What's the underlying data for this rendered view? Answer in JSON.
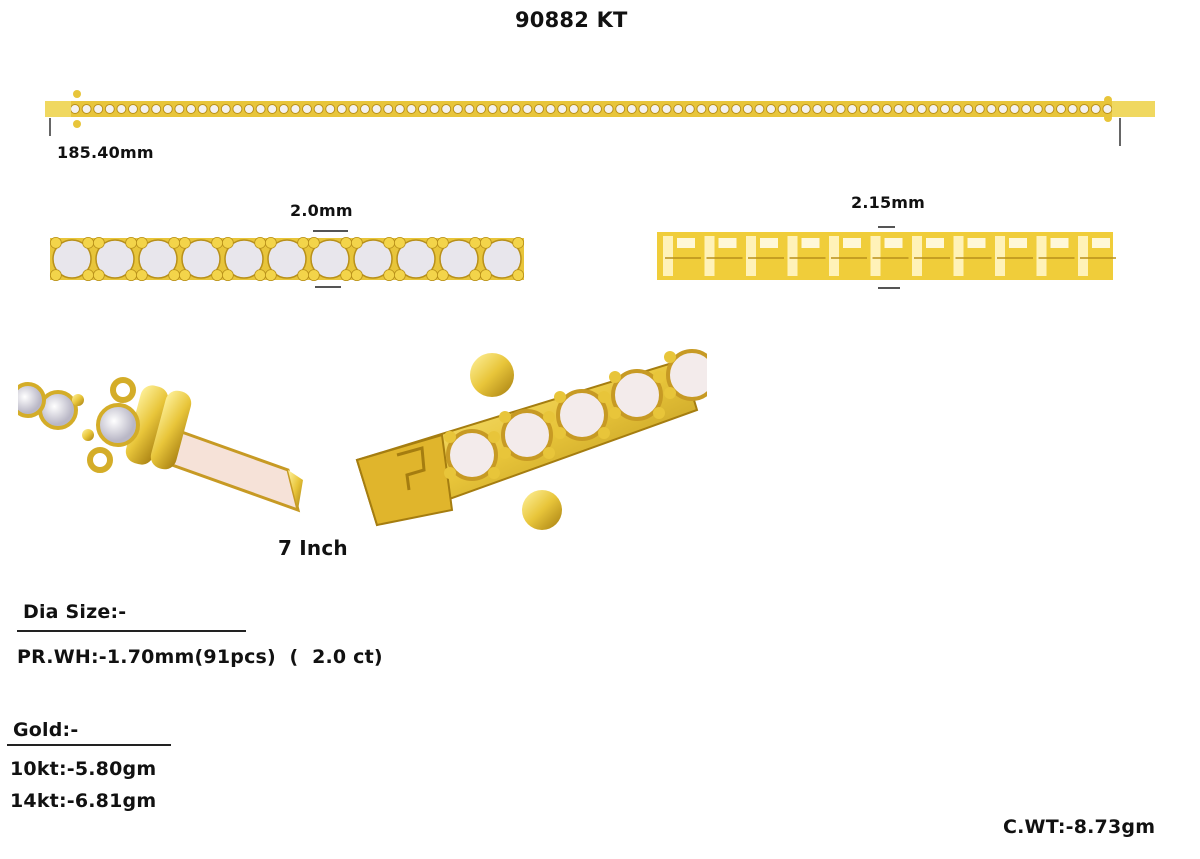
{
  "title": "90882 KT",
  "dimensions": {
    "length": "185.40mm",
    "stone_width": "2.0mm",
    "gallery_width": "2.15mm",
    "size": "7 Inch"
  },
  "dia_size": {
    "heading": "Dia Size:-",
    "line": "PR.WH:-1.70mm(91pcs)  (  2.0 ct)"
  },
  "gold": {
    "heading": "Gold:-",
    "items": [
      "10kt:-5.80gm",
      "14kt:-6.81gm"
    ]
  },
  "cwt": "C.WT:-8.73gm",
  "colors": {
    "gold": "#e8c53a",
    "gold_dark": "#b8901a",
    "stone": "#e8e6ec"
  }
}
